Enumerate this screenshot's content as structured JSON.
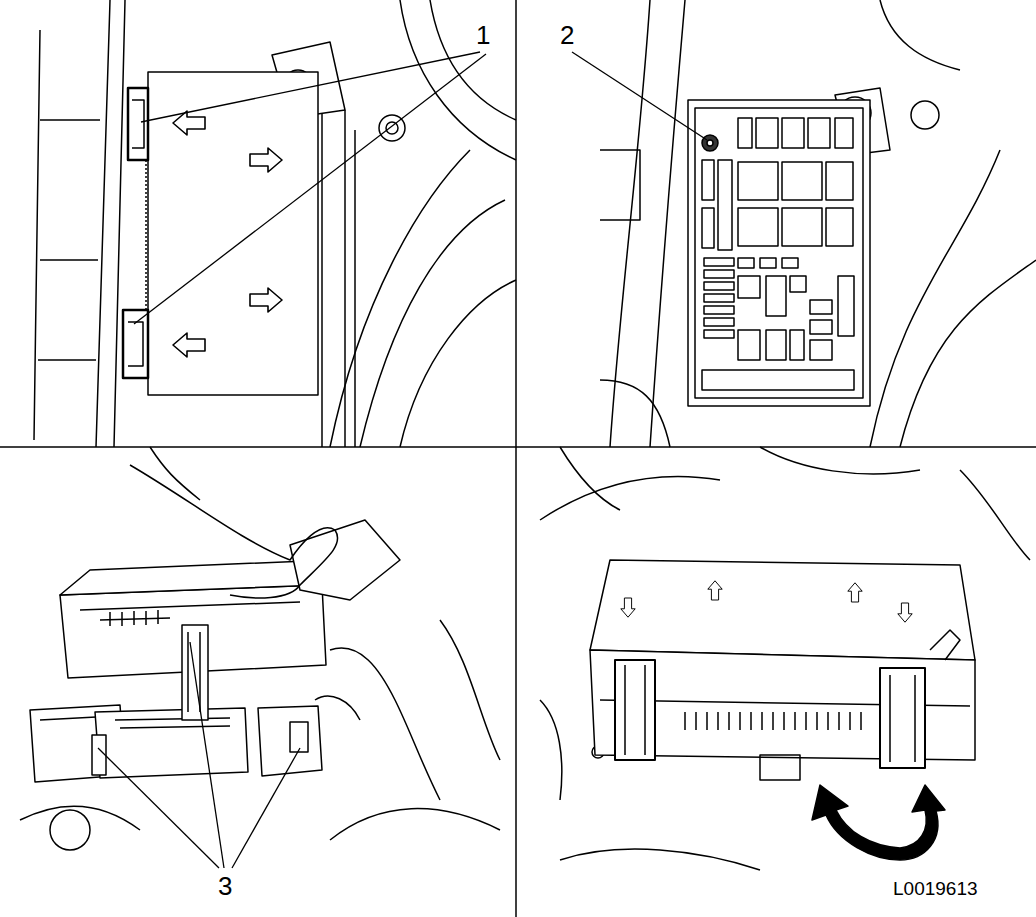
{
  "diagram": {
    "labels": [
      "1",
      "2",
      "3",
      "L0019613"
    ]
  }
}
